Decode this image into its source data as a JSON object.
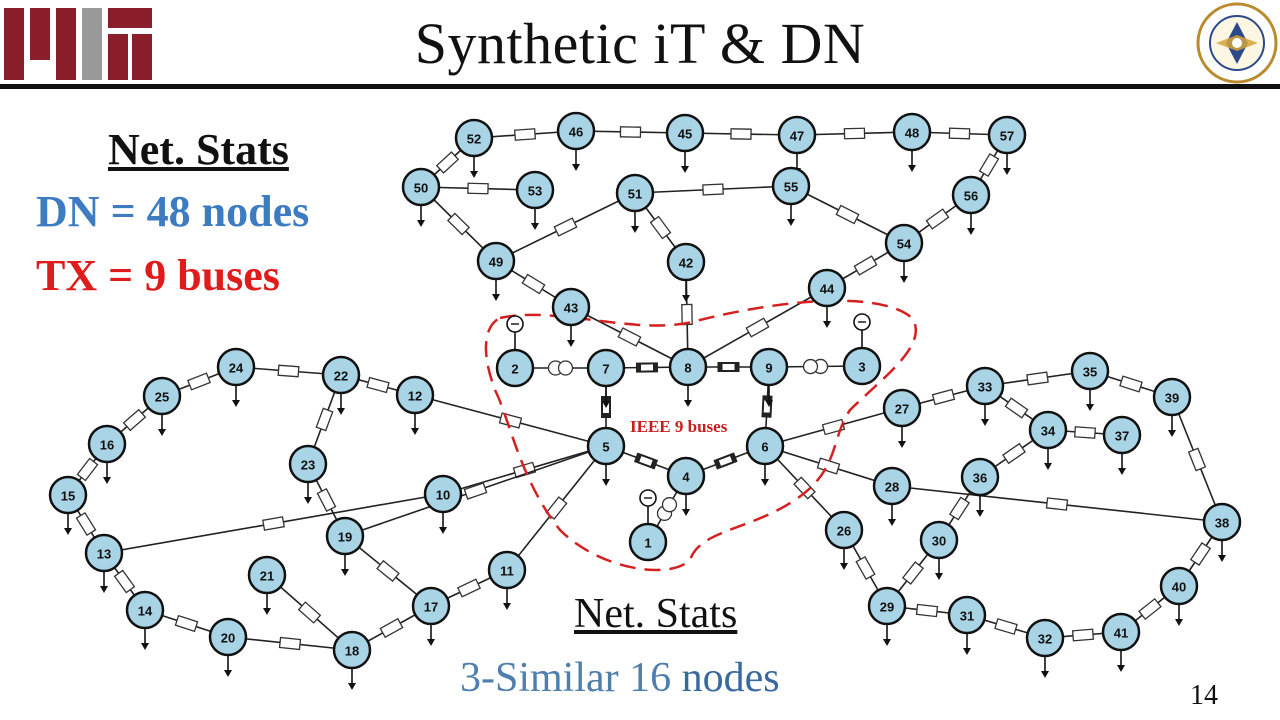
{
  "title": "Synthetic iT & DN",
  "logos": {
    "left": "MIT",
    "right": "FEDERAL UNIVERSITY OF TECHNOLOGY MINNA"
  },
  "stats": {
    "title": "Net. Stats",
    "dn_label": "DN",
    "dn_value": "= 48 nodes",
    "tx_label": "TX",
    "tx_value": "= 9 buses"
  },
  "stats2": {
    "title": "Net. Stats",
    "prefix": "3-Similar 16",
    "suffix": "nodes"
  },
  "ieee_label": "IEEE 9 buses",
  "page_number": "14",
  "colors": {
    "node_fill": "#a9d4e6",
    "dn": "#3d7cc0",
    "tx": "#e01b1b",
    "boundary": "#d42020"
  },
  "network": {
    "nodes": [
      "1",
      "2",
      "3",
      "4",
      "5",
      "6",
      "7",
      "8",
      "9",
      "10",
      "11",
      "12",
      "13",
      "14",
      "15",
      "16",
      "17",
      "18",
      "19",
      "20",
      "21",
      "22",
      "23",
      "24",
      "25",
      "26",
      "27",
      "28",
      "29",
      "30",
      "31",
      "32",
      "33",
      "34",
      "35",
      "36",
      "37",
      "38",
      "39",
      "40",
      "41",
      "42",
      "43",
      "44",
      "45",
      "46",
      "47",
      "48",
      "49",
      "50",
      "51",
      "52",
      "53",
      "54",
      "55",
      "56",
      "57"
    ],
    "generator_buses": [
      "1",
      "2",
      "3"
    ],
    "edges": [
      [
        "1",
        "4"
      ],
      [
        "2",
        "7"
      ],
      [
        "3",
        "9"
      ],
      [
        "7",
        "8"
      ],
      [
        "8",
        "9"
      ],
      [
        "7",
        "5"
      ],
      [
        "9",
        "6"
      ],
      [
        "5",
        "4"
      ],
      [
        "4",
        "6"
      ],
      [
        "5",
        "12"
      ],
      [
        "5",
        "10"
      ],
      [
        "5",
        "11"
      ],
      [
        "5",
        "19"
      ],
      [
        "6",
        "27"
      ],
      [
        "6",
        "28"
      ],
      [
        "6",
        "26"
      ],
      [
        "8",
        "42"
      ],
      [
        "8",
        "43"
      ],
      [
        "8",
        "44"
      ],
      [
        "42",
        "51"
      ],
      [
        "51",
        "55"
      ],
      [
        "51",
        "49"
      ],
      [
        "55",
        "54"
      ],
      [
        "49",
        "50"
      ],
      [
        "49",
        "43"
      ],
      [
        "50",
        "52"
      ],
      [
        "50",
        "53"
      ],
      [
        "52",
        "46"
      ],
      [
        "46",
        "45"
      ],
      [
        "45",
        "47"
      ],
      [
        "47",
        "48"
      ],
      [
        "48",
        "57"
      ],
      [
        "57",
        "56"
      ],
      [
        "56",
        "54"
      ],
      [
        "54",
        "44"
      ],
      [
        "12",
        "22"
      ],
      [
        "22",
        "24"
      ],
      [
        "24",
        "25"
      ],
      [
        "25",
        "16"
      ],
      [
        "16",
        "15"
      ],
      [
        "15",
        "13"
      ],
      [
        "13",
        "14"
      ],
      [
        "14",
        "20"
      ],
      [
        "20",
        "18"
      ],
      [
        "18",
        "17"
      ],
      [
        "17",
        "11"
      ],
      [
        "18",
        "21"
      ],
      [
        "22",
        "23"
      ],
      [
        "23",
        "19"
      ],
      [
        "19",
        "17"
      ],
      [
        "13",
        "10"
      ],
      [
        "27",
        "33"
      ],
      [
        "33",
        "35"
      ],
      [
        "35",
        "39"
      ],
      [
        "39",
        "38"
      ],
      [
        "33",
        "34"
      ],
      [
        "34",
        "37"
      ],
      [
        "34",
        "36"
      ],
      [
        "36",
        "30"
      ],
      [
        "30",
        "29"
      ],
      [
        "26",
        "29"
      ],
      [
        "29",
        "31"
      ],
      [
        "31",
        "32"
      ],
      [
        "32",
        "41"
      ],
      [
        "41",
        "40"
      ],
      [
        "40",
        "38"
      ],
      [
        "28",
        "38"
      ]
    ]
  }
}
